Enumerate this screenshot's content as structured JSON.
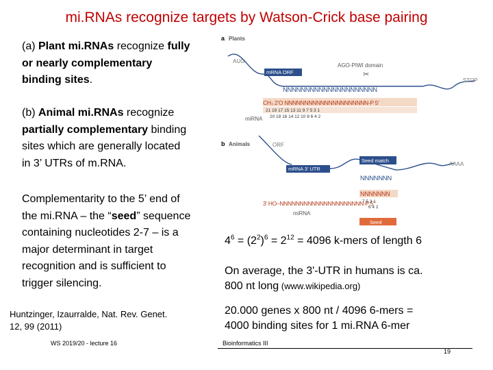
{
  "title": "mi.RNAs recognize targets by Watson-Crick base pairing",
  "left": {
    "a_prefix": "(a) ",
    "a_bold1": "Plant mi.RNAs",
    "a_mid": " recognize ",
    "a_bold2": "fully",
    "a_line2": "or nearly complementary",
    "a_line3": "binding sites",
    "a_end": ".",
    "b_prefix": "(b) ",
    "b_bold1": "Animal mi.RNAs",
    "b_mid": " recognize",
    "b_bold2": "partially complementary",
    "b_line2_end": " binding",
    "b_line3": "sites which are generally located",
    "b_line4": "in 3’ UTRs of m.RNA.",
    "c_line1": "Complementarity to the 5’ end of",
    "c_line2_a": "the mi.RNA – the “",
    "c_line2_bold": "seed",
    "c_line2_b": "” sequence",
    "c_line3": "containing nucleotides 2-7 – is a",
    "c_line4": "major determinant in target",
    "c_line5": "recognition and is sufficient to",
    "c_line6": "trigger silencing.",
    "ref_line1": "Huntzinger, Izaurralde, Nat. Rev. Genet.",
    "ref_line2": "12, 99 (2011)"
  },
  "right": {
    "eq1_a": "4",
    "eq1_sup1": "6",
    "eq1_b": " = (2",
    "eq1_sup2": "2",
    "eq1_c": ")",
    "eq1_sup3": "6",
    "eq1_d": " = 2",
    "eq1_sup4": "12",
    "eq1_e": " = 4096 k-mers of length 6",
    "utr_line1": "On average, the 3'-UTR in humans is ca.",
    "utr_line2": "800 nt long",
    "utr_source": " (www.wikipedia.org)",
    "genes_line1": "20.000 genes x 800 nt / 4096 6-mers =",
    "genes_line2": "4000 binding sites for 1 mi.RNA 6-mer"
  },
  "diagram": {
    "a_label": "a",
    "plants": "Plants",
    "aug": "AUG",
    "ago": "AGO-PIWI domain",
    "mrna_orf": "mRNA ORF",
    "stop": "STOP",
    "top_strand": "NNNNNNNNNNNNNNNNNNNNN",
    "bottom_strand": "CH₃ 2’O NNNNNNNNNNNNNNNNNNNNN-P 5’",
    "numbers_top": "21 19 17 15 13 11 9 7 5 3 1",
    "numbers_bottom": "20 18 16 14 12 10 8 6 4 2",
    "mirna_a": "miRNA",
    "b_label": "b",
    "animals": "Animals",
    "orf": "ORF",
    "seed_match": "Seed match",
    "mrna_3utr": "mRNA 3’ UTR",
    "aaaa": "AAAA",
    "seed_top": "NNNNNNN",
    "seed_pairs": "NNNNNNN",
    "b_bottom": "3’ HO–NNNNNNNNNNNNNNNNNNNNN-P 5’",
    "b_numbers_top": "7 5 3 1",
    "b_numbers_bottom": "6 4 2",
    "mirna_b": "miRNA",
    "seed": "Seed"
  },
  "footer": {
    "lecture": "WS 2019/20 - lecture 16",
    "course": "Bioinformatics III",
    "page": "19"
  }
}
